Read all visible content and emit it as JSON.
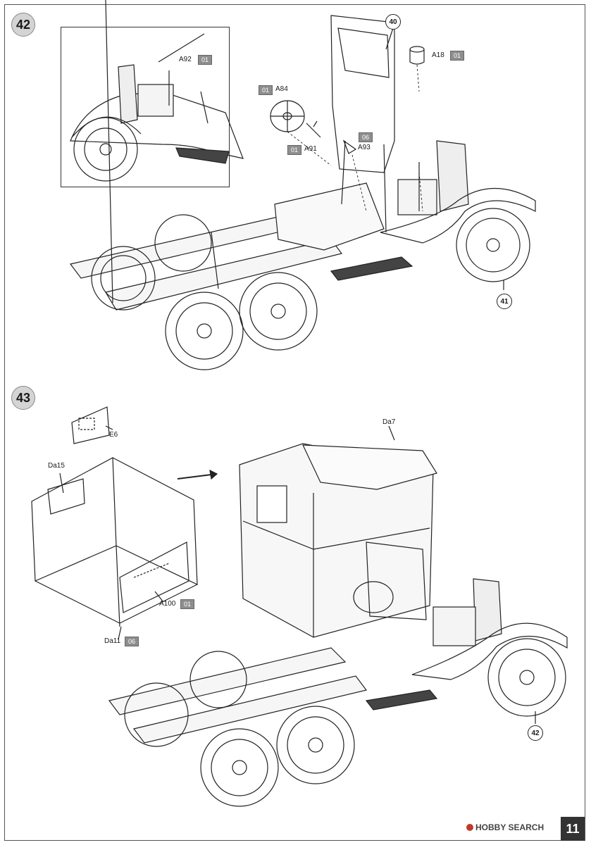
{
  "steps": [
    {
      "number": "42"
    },
    {
      "number": "43"
    }
  ],
  "step42": {
    "ref_40": "40",
    "ref_41": "41",
    "parts": {
      "a92": {
        "label": "A92",
        "color": "01"
      },
      "a84": {
        "label": "A84",
        "color": "01"
      },
      "a91": {
        "label": "A91",
        "color": "01"
      },
      "a93": {
        "label": "A93",
        "color": "06"
      },
      "a18": {
        "label": "A18",
        "color": "01"
      }
    }
  },
  "step43": {
    "ref_42": "42",
    "parts": {
      "e6": {
        "label": "E6"
      },
      "da15": {
        "label": "Da15"
      },
      "da7": {
        "label": "Da7"
      },
      "a100": {
        "label": "A100",
        "color": "01"
      },
      "da11": {
        "label": "Da11",
        "color": "06"
      }
    }
  },
  "watermark": {
    "brand": "HOBBY SEARCH"
  },
  "page_number": "11",
  "colors": {
    "badge": "#8e8e8e",
    "step_circle": "#d4d4d4"
  }
}
